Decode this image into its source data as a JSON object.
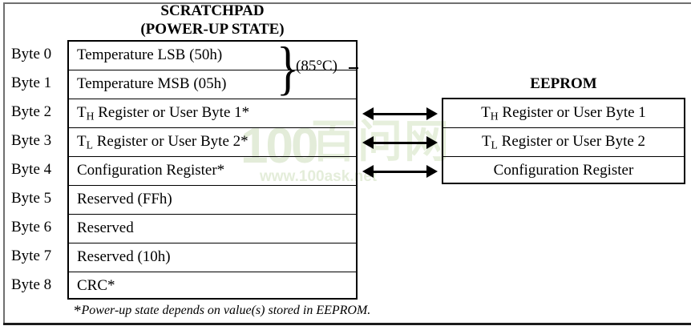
{
  "scratchpad": {
    "title_line1": "SCRATCHPAD",
    "title_line2": "(POWER-UP STATE)",
    "byte_labels": [
      "Byte 0",
      "Byte 1",
      "Byte 2",
      "Byte 3",
      "Byte 4",
      "Byte 5",
      "Byte 6",
      "Byte 7",
      "Byte 8"
    ],
    "rows": [
      {
        "prefix": "",
        "sub": "",
        "text": "Temperature LSB (50h)"
      },
      {
        "prefix": "",
        "sub": "",
        "text": "Temperature MSB (05h)"
      },
      {
        "prefix": "T",
        "sub": "H",
        "text": " Register or User Byte 1*"
      },
      {
        "prefix": "T",
        "sub": "L",
        "text": " Register or User Byte 2*"
      },
      {
        "prefix": "",
        "sub": "",
        "text": "Configuration Register*"
      },
      {
        "prefix": "",
        "sub": "",
        "text": "Reserved (FFh)"
      },
      {
        "prefix": "",
        "sub": "",
        "text": "Reserved"
      },
      {
        "prefix": "",
        "sub": "",
        "text": "Reserved (10h)"
      },
      {
        "prefix": "",
        "sub": "",
        "text": "CRC*"
      }
    ],
    "temperature_annotation": "(85°C)",
    "brace_glyph": "}"
  },
  "eeprom": {
    "title": "EEPROM",
    "rows": [
      {
        "prefix": "T",
        "sub": "H",
        "text": " Register or User Byte 1"
      },
      {
        "prefix": "T",
        "sub": "L",
        "text": " Register or User Byte 2"
      },
      {
        "prefix": "",
        "sub": "",
        "text": "Configuration Register"
      }
    ]
  },
  "footnote": {
    "marker": "*",
    "text": "Power-up state depends on value(s) stored in EEPROM."
  },
  "watermark": {
    "logo": "100",
    "chinese": "百问网",
    "url": "www.100ask.net",
    "color": "#e4edda"
  },
  "colors": {
    "ink": "#000000",
    "frame": "#6f6f6f",
    "background": "#ffffff"
  }
}
